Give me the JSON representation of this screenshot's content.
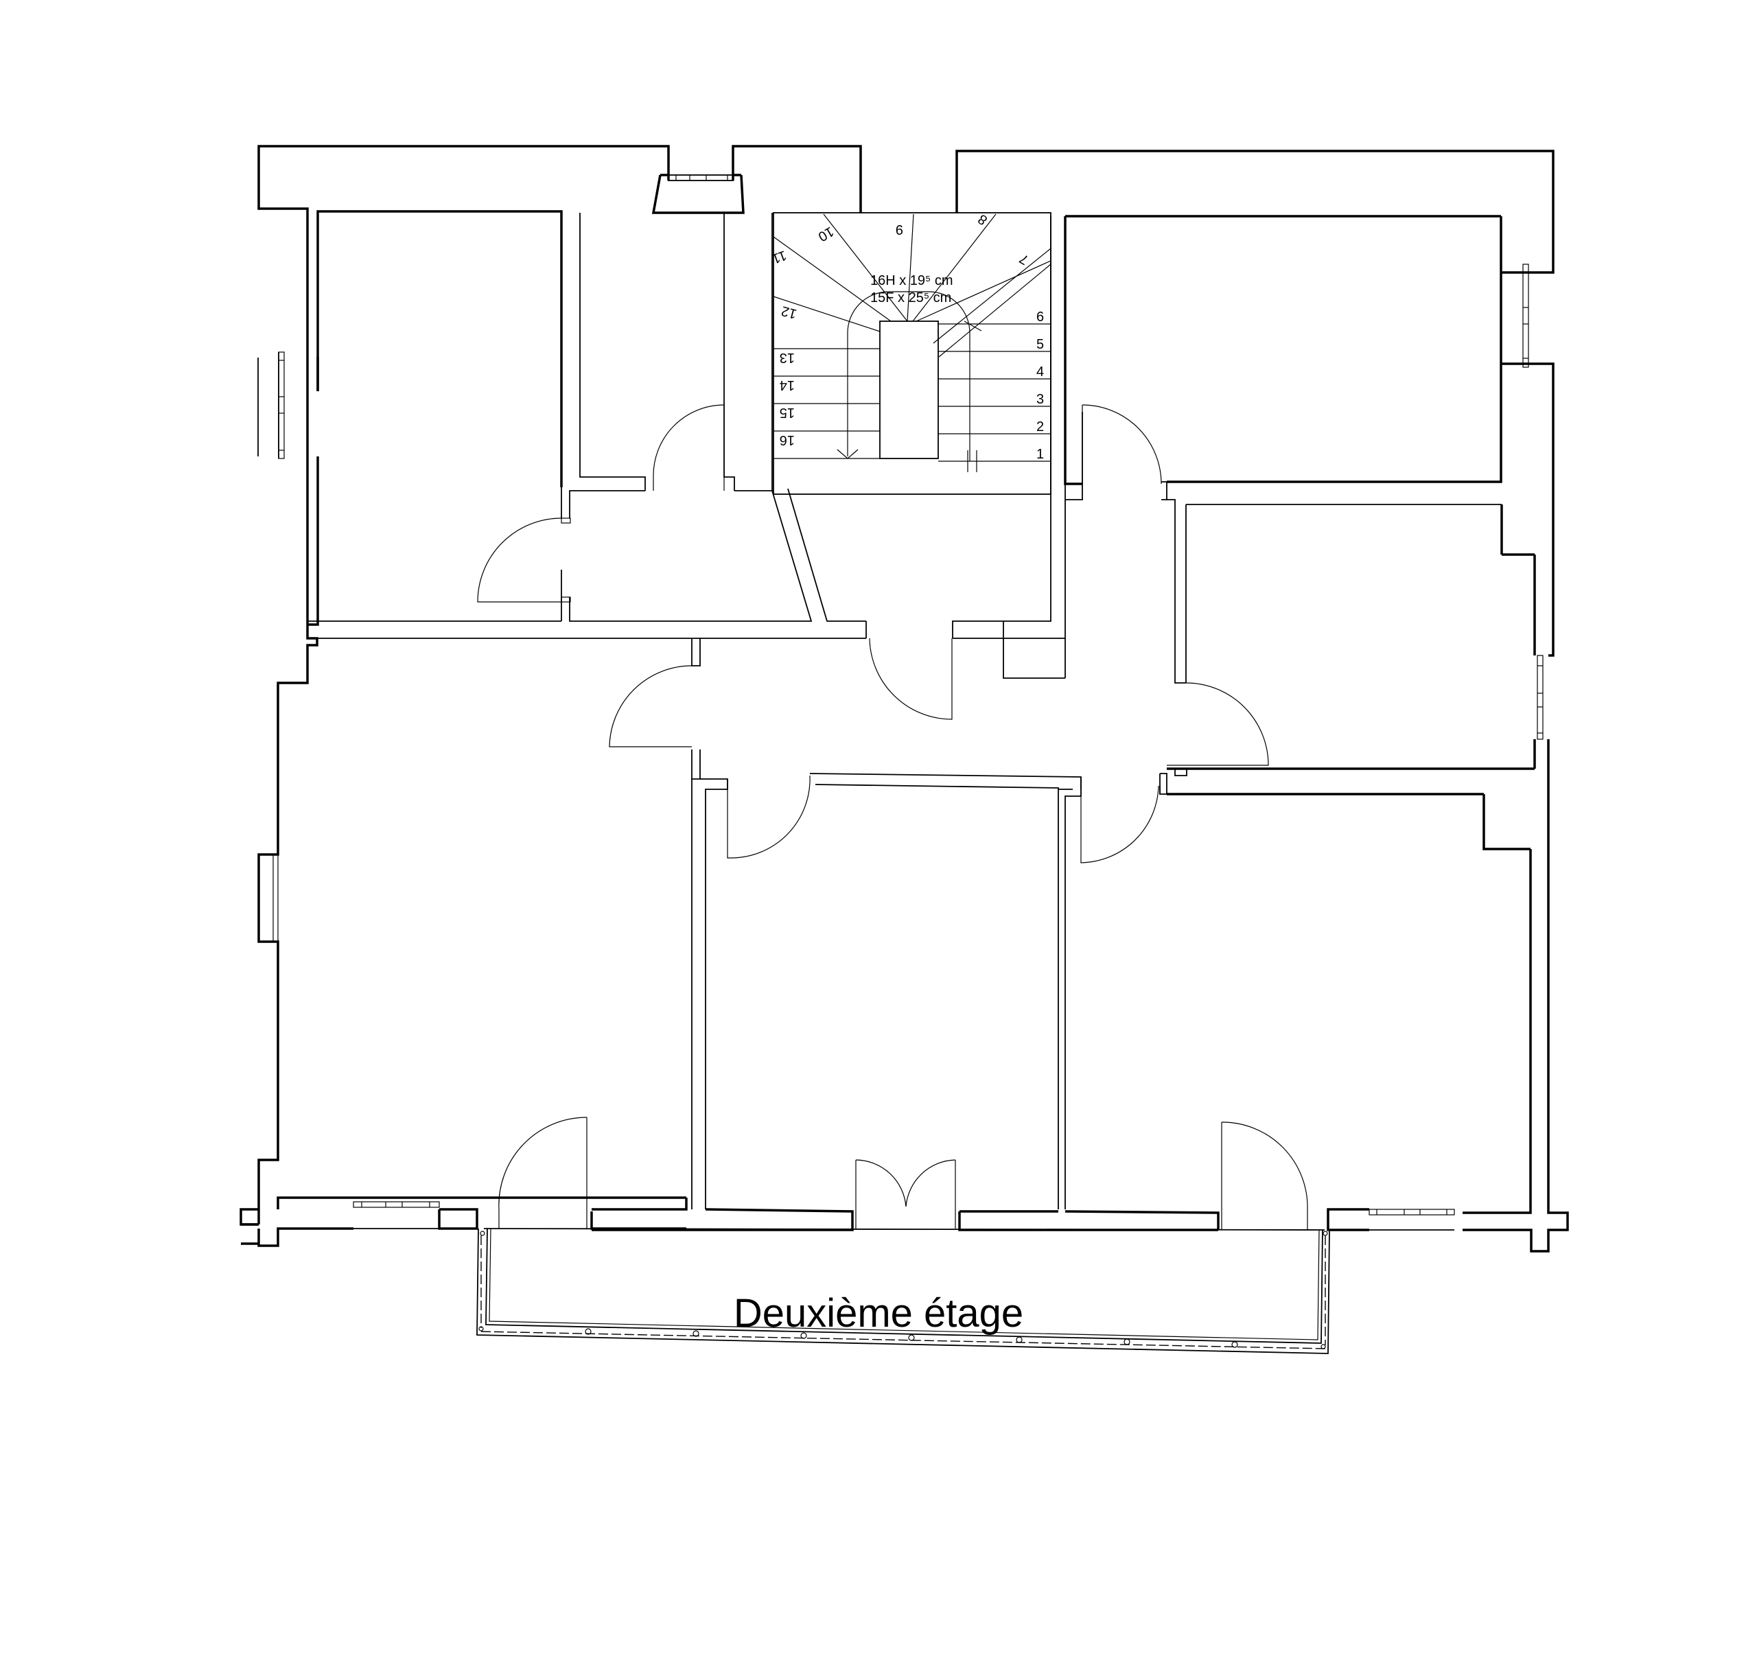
{
  "title": "Deuxième étage",
  "colors": {
    "background": "#ffffff",
    "line": "#000000"
  },
  "stair": {
    "spec_line1": "16H x 19⁵ cm",
    "spec_line2": "15F x 25⁵ cm",
    "steps": [
      "1",
      "2",
      "3",
      "4",
      "5",
      "6",
      "7",
      "8",
      "9",
      "10",
      "11",
      "12",
      "13",
      "14",
      "15",
      "16"
    ]
  },
  "rooms": [
    "upper-left-room",
    "upper-small-room",
    "staircase",
    "upper-right-room",
    "right-middle-room",
    "left-large-room",
    "center-bottom-room",
    "right-bottom-room",
    "central-hall",
    "balcony"
  ]
}
